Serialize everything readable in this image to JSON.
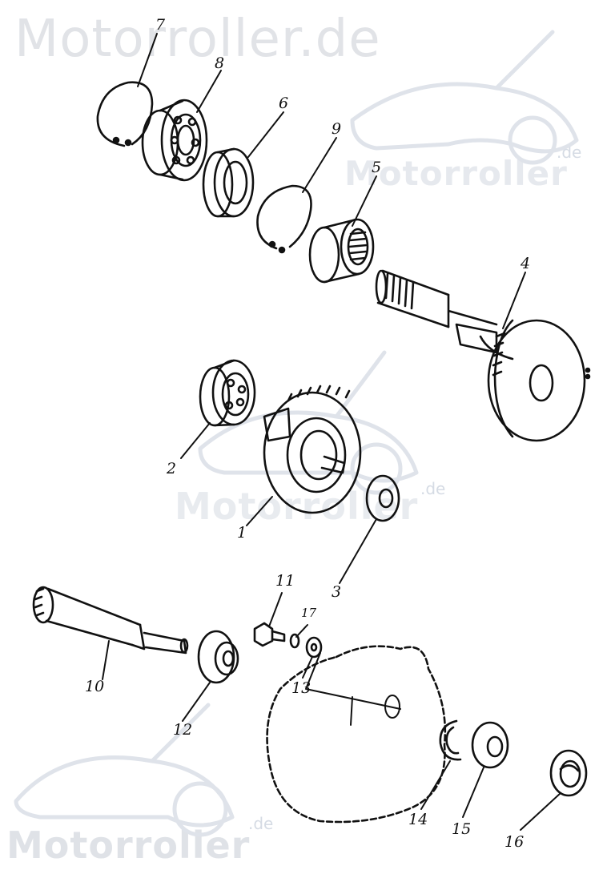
{
  "watermarks": {
    "top": "Motorroller.de",
    "mid": "Motorroller",
    "mid_suffix": ".de",
    "mid2": "Motorroller",
    "mid2_suffix": ".de",
    "bottom": "Motorroller",
    "bottom_suffix": ".de"
  },
  "part_labels": [
    "1",
    "2",
    "3",
    "4",
    "5",
    "6",
    "7",
    "8",
    "9",
    "10",
    "11",
    "12",
    "13",
    "14",
    "15",
    "16",
    "17"
  ],
  "colors": {
    "ink": "#111111",
    "watermark": "#d9dde4"
  }
}
